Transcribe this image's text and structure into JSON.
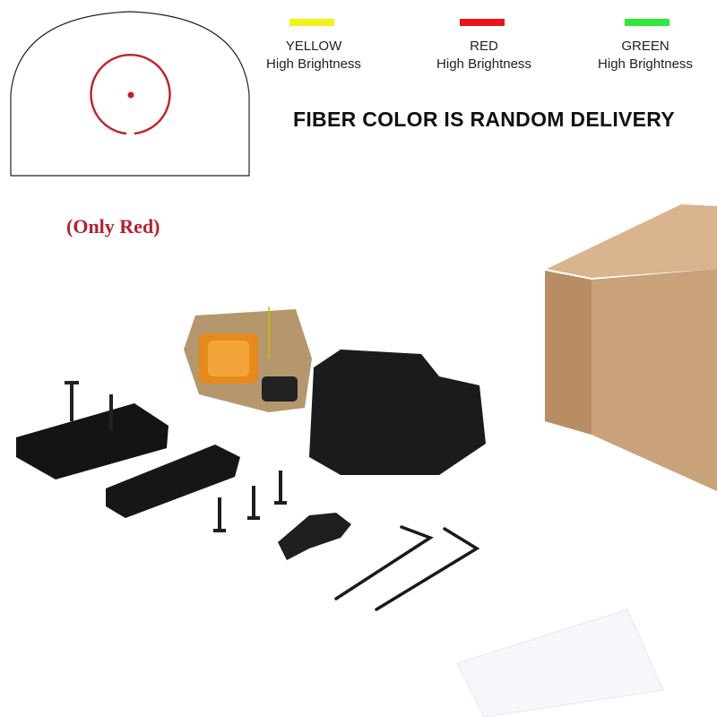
{
  "reticle": {
    "color": "#c41e2a",
    "note": "(Only Red)"
  },
  "fiber_colors": [
    {
      "name": "YELLOW",
      "desc": "High Brightness",
      "color": "#f2f21a"
    },
    {
      "name": "RED",
      "desc": "High Brightness",
      "color": "#e8141b"
    },
    {
      "name": "GREEN",
      "desc": "High Brightness",
      "color": "#2ee83a"
    }
  ],
  "headline": "FIBER COLOR IS RANDOM DELIVERY",
  "colors": {
    "box": "#c9a27a",
    "sight_body": "#b4976c",
    "parts": "#1a1a1a"
  }
}
